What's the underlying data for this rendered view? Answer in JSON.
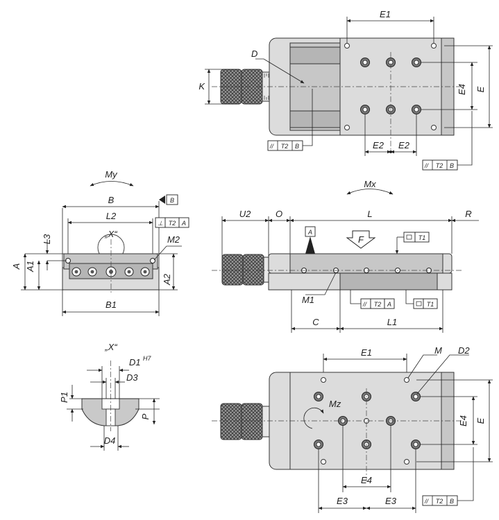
{
  "labels": {
    "E1_top": "E1",
    "D": "D",
    "K": "K",
    "E4_top": "E4",
    "E_top": "E",
    "E2_left": "E2",
    "E2_right": "E2",
    "T2": "T2",
    "B": "B",
    "My": "My",
    "L2": "L2",
    "X_marker": "„X“",
    "L3": "L3",
    "M2": "M2",
    "A": "A",
    "A1": "A1",
    "A2": "A2",
    "B1": "B1",
    "Mx": "Mx",
    "U2": "U2",
    "O": "O",
    "L": "L",
    "R": "R",
    "F": "F",
    "T1": "T1",
    "M1": "M1",
    "C": "C",
    "L1": "L1",
    "X_detail": "„X“",
    "D1": "D1",
    "H7": "H7",
    "D3": "D3",
    "P1": "P1",
    "P": "P",
    "D4": "D4",
    "E1_bottom": "E1",
    "M": "M",
    "D2": "D2",
    "Mz": "Mz",
    "E4_right": "E4",
    "E_right": "E",
    "E4_bottom": "E4",
    "E3_left": "E3",
    "E3_right": "E3"
  }
}
